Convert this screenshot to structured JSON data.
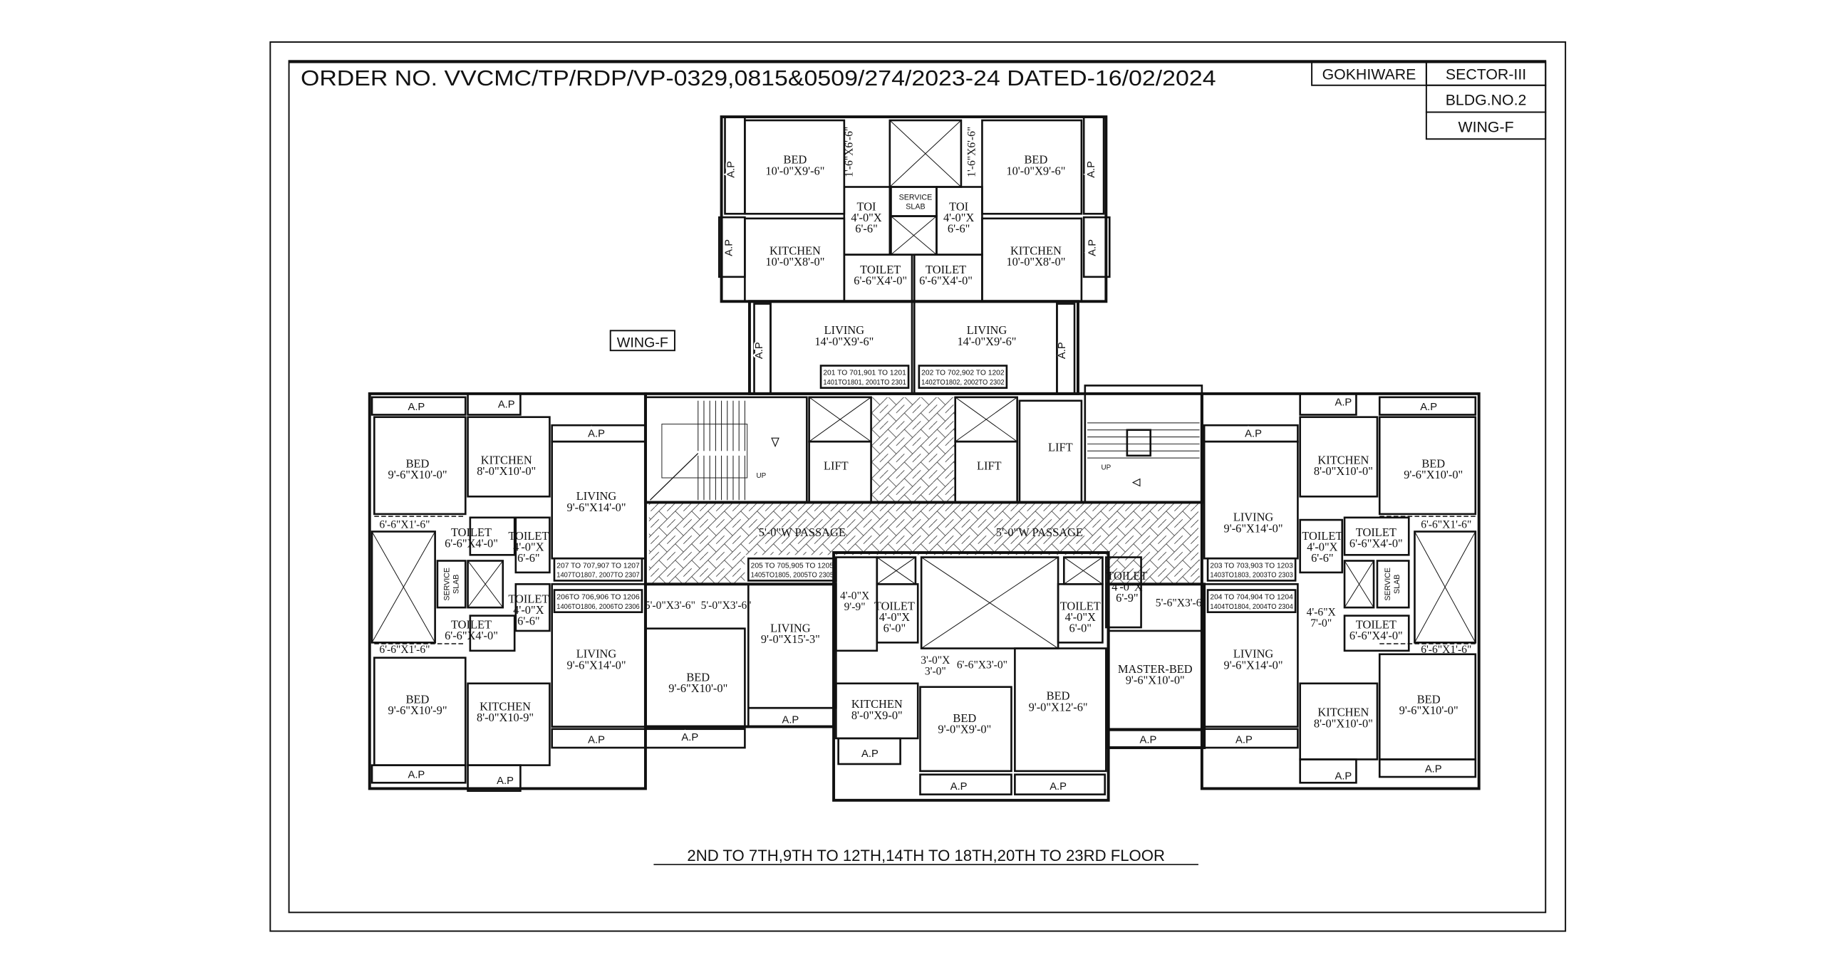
{
  "header": {
    "order_text": "ORDER NO. VVCMC/TP/RDP/VP-0329,0815&0509/274/2023-24 DATED-16/02/2024",
    "location": "GOKHIWARE",
    "sector": "SECTOR-III",
    "building": "BLDG.NO.2",
    "wing": "WING-F"
  },
  "plan": {
    "wing_label": "WING-F",
    "caption": "2ND TO 7TH,9TH TO 12TH,14TH TO 18TH,20TH TO 23RD FLOOR",
    "balcony_label": "A.P",
    "lift_label": "LIFT",
    "stair_label": "UP",
    "passage_label": "5'-0\"W PASSAGE",
    "service_slab": [
      "SERVICE",
      "SLAB"
    ],
    "rooms": [
      {
        "lines": [
          "BED",
          "10'-0\"X9'-6\""
        ]
      },
      {
        "lines": [
          "BED",
          "10'-0\"X9'-6\""
        ]
      },
      {
        "lines": [
          "TOI",
          "4'-0\"X",
          "6'-6\""
        ]
      },
      {
        "lines": [
          "TOI",
          "4'-0\"X",
          "6'-6\""
        ]
      },
      {
        "lines": [
          "KITCHEN",
          "10'-0\"X8'-0\""
        ]
      },
      {
        "lines": [
          "KITCHEN",
          "10'-0\"X8'-0\""
        ]
      },
      {
        "lines": [
          "TOILET",
          "6'-6\"X4'-0\""
        ]
      },
      {
        "lines": [
          "TOILET",
          "6'-6\"X4'-0\""
        ]
      },
      {
        "lines": [
          "LIVING",
          "14'-0\"X9'-6\""
        ]
      },
      {
        "lines": [
          "LIVING",
          "14'-0\"X9'-6\""
        ]
      },
      {
        "lines": [
          "BED",
          "9'-6\"X10'-0\""
        ]
      },
      {
        "lines": [
          "KITCHEN",
          "8'-0\"X10'-0\""
        ]
      },
      {
        "lines": [
          "LIVING",
          "9'-6\"X14'-0\""
        ]
      },
      {
        "lines": [
          "TOILET",
          "6'-6\"X4'-0\""
        ]
      },
      {
        "lines": [
          "TOILET",
          "4'-0\"X",
          "6'-6\""
        ]
      },
      {
        "lines": [
          "TOILET",
          "4'-0\"X",
          "6'-6\""
        ]
      },
      {
        "lines": [
          "TOILET",
          "6'-6\"X4'-0\""
        ]
      },
      {
        "lines": [
          "BED",
          "9'-6\"X10'-9\""
        ]
      },
      {
        "lines": [
          "KITCHEN",
          "8'-0\"X10-9\""
        ]
      },
      {
        "lines": [
          "LIVING",
          "9'-6\"X14'-0\""
        ]
      },
      {
        "lines": [
          "BED",
          "9'-6\"X10'-0\""
        ]
      },
      {
        "lines": [
          "LIVING",
          "9'-0\"X15'-3\""
        ]
      },
      {
        "lines": [
          "TOILET",
          "4'-0\"X",
          "6'-0\""
        ]
      },
      {
        "lines": [
          "TOILET",
          "4'-0\"X",
          "6'-0\""
        ]
      },
      {
        "lines": [
          "TOILET",
          "4'-0\"X",
          "6'-9\""
        ]
      },
      {
        "lines": [
          "KITCHEN",
          "8'-0\"X9-0\""
        ]
      },
      {
        "lines": [
          "BED",
          "9'-0\"X9'-0\""
        ]
      },
      {
        "lines": [
          "BED",
          "9'-0\"X12'-6\""
        ]
      },
      {
        "lines": [
          "MASTER-BED",
          "9'-6\"X10'-0\""
        ]
      },
      {
        "lines": [
          "LIVING",
          "9'-6\"X14'-0\""
        ]
      },
      {
        "lines": [
          "LIVING",
          "9'-6\"X14'-0\""
        ]
      },
      {
        "lines": [
          "KITCHEN",
          "8'-0\"X10'-0\""
        ]
      },
      {
        "lines": [
          "BED",
          "9'-6\"X10'-0\""
        ]
      },
      {
        "lines": [
          "TOILET",
          "4'-0\"X",
          "6'-6\""
        ]
      },
      {
        "lines": [
          "TOILET",
          "6'-6\"X4'-0\""
        ]
      },
      {
        "lines": [
          "TOILET",
          "6'-6\"X4'-0\""
        ]
      },
      {
        "lines": [
          "KITCHEN",
          "8'-0\"X10'-0\""
        ]
      },
      {
        "lines": [
          "BED",
          "9'-6\"X10'-0\""
        ]
      }
    ],
    "dims": [
      {
        "lines": [
          "1'-6\"X6'-6\""
        ]
      },
      {
        "lines": [
          "1'-6\"X6'-6\""
        ]
      },
      {
        "lines": [
          "6'-6\"X1'-6\""
        ]
      },
      {
        "lines": [
          "6'-6\"X1'-6\""
        ]
      },
      {
        "lines": [
          "6'-6\"X1'-6\""
        ]
      },
      {
        "lines": [
          "6'-6\"X1'-6\""
        ]
      },
      {
        "lines": [
          "5'-0\"X3'-6\""
        ]
      },
      {
        "lines": [
          "5'-0\"X3'-6\""
        ]
      },
      {
        "lines": [
          "4'-0\"X",
          "9'-9\""
        ]
      },
      {
        "lines": [
          "3'-0\"X",
          "3'-0\""
        ]
      },
      {
        "lines": [
          "6'-6\"X3'-0\""
        ]
      },
      {
        "lines": [
          "5'-6\"X3'-6\""
        ]
      },
      {
        "lines": [
          "4'-6\"X",
          "7'-0\""
        ]
      }
    ],
    "unit_numbers": [
      {
        "line1": "201 TO 701,901 TO 1201",
        "line2": "1401TO1801, 2001TO 2301"
      },
      {
        "line1": "202 TO 702,902 TO 1202",
        "line2": "1402TO1802, 2002TO 2302"
      },
      {
        "line1": "207 TO 707,907 TO 1207",
        "line2": "1407TO1807, 2007TO 2307"
      },
      {
        "line1": "206TO 706,906 TO 1206",
        "line2": "1406TO1806, 2006TO 2306"
      },
      {
        "line1": "205 TO 705,905 TO 1205",
        "line2": "1405TO1805, 2005TO 2305"
      },
      {
        "line1": "203 TO 703,903 TO 1203",
        "line2": "1403TO1803, 2003TO 2303"
      },
      {
        "line1": "204 TO 704,904 TO 1204",
        "line2": "1404TO1804, 2004TO 2304"
      }
    ]
  }
}
